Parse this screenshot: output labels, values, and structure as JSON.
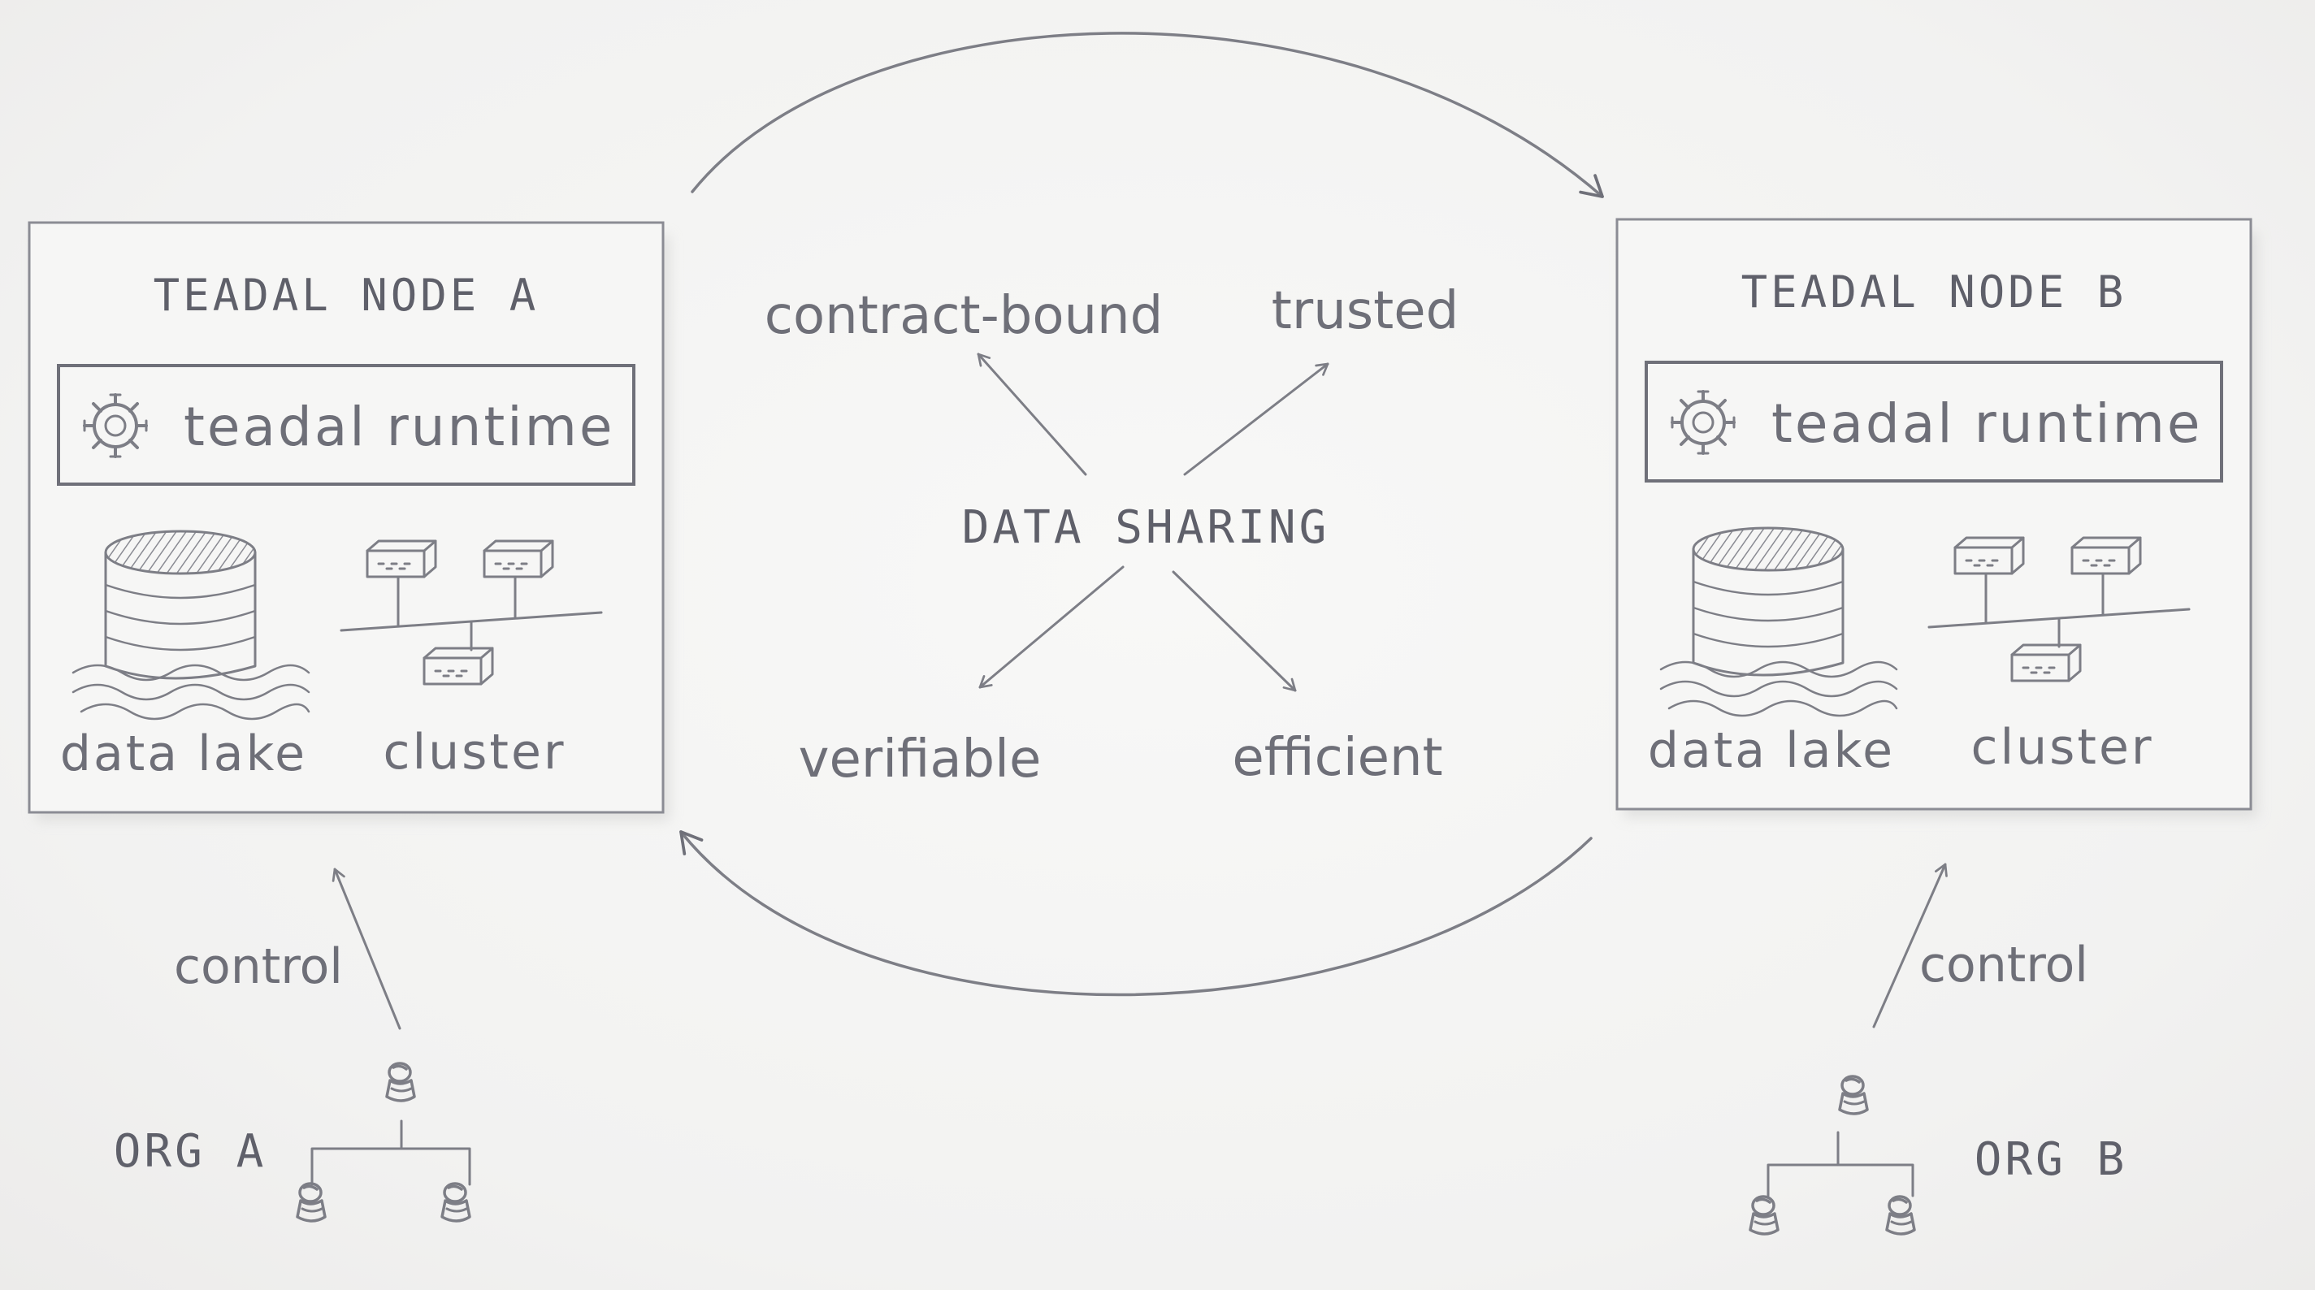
{
  "node_a": {
    "title": "TEADAL NODE A",
    "runtime_label": "teadal runtime",
    "storage_label": "data lake",
    "compute_label": "cluster"
  },
  "node_b": {
    "title": "TEADAL NODE B",
    "runtime_label": "teadal runtime",
    "storage_label": "data lake",
    "compute_label": "cluster"
  },
  "center": {
    "title": "DATA SHARING",
    "properties": [
      "contract-bound",
      "trusted",
      "verifiable",
      "efficient"
    ]
  },
  "org_a": {
    "label": "ORG A",
    "control_label": "control"
  },
  "org_b": {
    "label": "ORG B",
    "control_label": "control"
  },
  "style": {
    "pencil_color": "#7d7e86",
    "paper_color": "#f4f4f3"
  }
}
